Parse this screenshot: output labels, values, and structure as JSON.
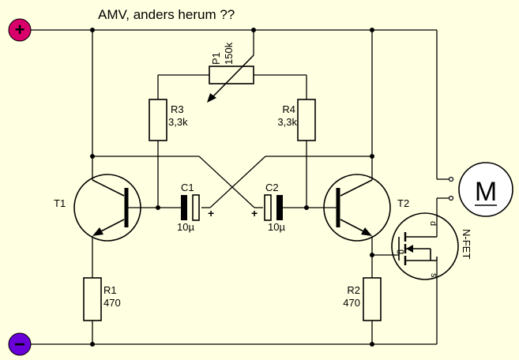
{
  "title": "AMV, anders herum ??",
  "terminals": {
    "positive": {
      "symbol": "+",
      "color": "#d9006c"
    },
    "negative": {
      "symbol": "−",
      "color": "#6a00d9"
    }
  },
  "components": {
    "p1": {
      "name": "P1",
      "value": "150k"
    },
    "r3": {
      "name": "R3",
      "value": "3,3k"
    },
    "r4": {
      "name": "R4",
      "value": "3,3k"
    },
    "c1": {
      "name": "C1",
      "value": "10µ",
      "polarity": "+"
    },
    "c2": {
      "name": "C2",
      "value": "10µ",
      "polarity": "+"
    },
    "t1": {
      "name": "T1"
    },
    "t2": {
      "name": "T2"
    },
    "r1": {
      "name": "R1",
      "value": "470"
    },
    "r2": {
      "name": "R2",
      "value": "470"
    },
    "fet": {
      "name": "N-FET",
      "pin_d": "d",
      "pin_g": "g",
      "pin_s": "s"
    },
    "motor": {
      "name": "M"
    }
  }
}
